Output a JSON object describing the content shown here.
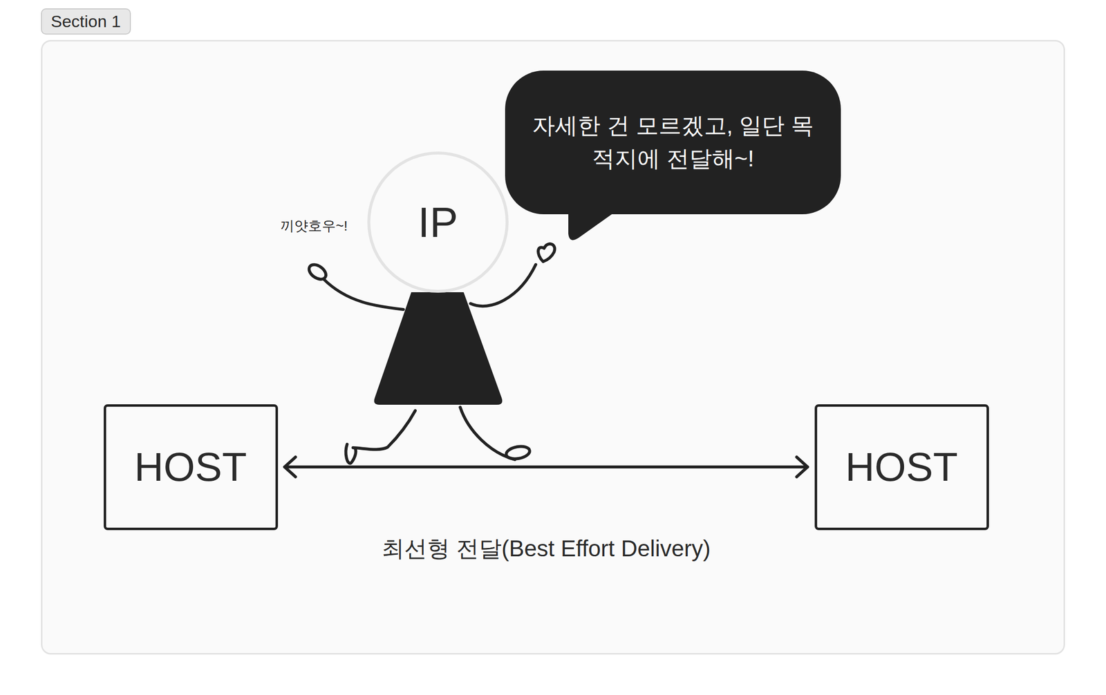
{
  "diagram": {
    "nodes": [
      {
        "text": [
          "Section 1"
        ]
      },
      {
        "text": [
          "자세한 건 모르겠고, 일단 목적지에 전달해~!"
        ],
        "in": 0
      },
      {
        "text": [
          "IP"
        ],
        "in": 0
      },
      {
        "text": [
          "HOST"
        ],
        "in": 0
      },
      {
        "text": [
          "HOST"
        ],
        "in": 0
      }
    ],
    "edges": [
      {
        "from": 3,
        "to": 4,
        "arrow": "both",
        "label": "최선형 전달(Best Effort Delivery)"
      }
    ],
    "labels": [
      "끼얏호우~!"
    ]
  }
}
